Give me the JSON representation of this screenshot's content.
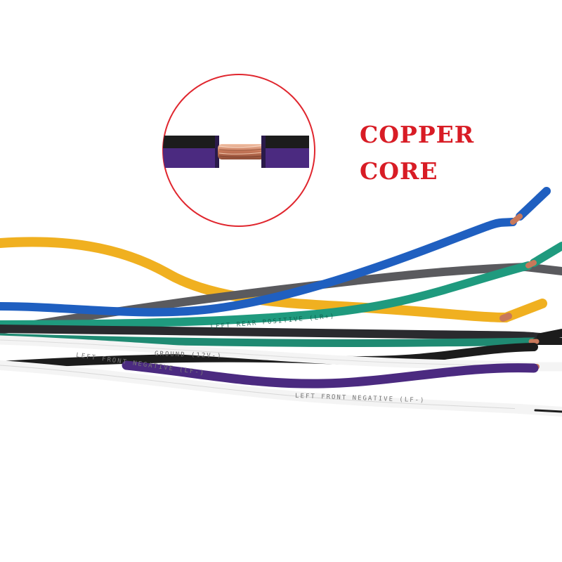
{
  "callout": {
    "line1": "COPPER",
    "line2": "CORE"
  },
  "wire_labels": {
    "white_wire": "LEFT FRONT NEGATIVE (LF-)",
    "white_wire_end": "LEFT FRONT NEGATIVE (LF-)",
    "green_wire": "LEFT REAR POSITIVE (LR+)",
    "black_wire": "GROUND (12V-)"
  },
  "colors": {
    "accent_red": "#d81c25",
    "copper": "#c8785a",
    "yellow_wire": "#f0b020",
    "blue_wire": "#1f5fc0",
    "gray_wire": "#5a5a5e",
    "green_wire": "#1f9a7e",
    "black_wire": "#1c1c1c",
    "purple_wire": "#4b2a80",
    "white_wire": "#f4f4f4"
  }
}
